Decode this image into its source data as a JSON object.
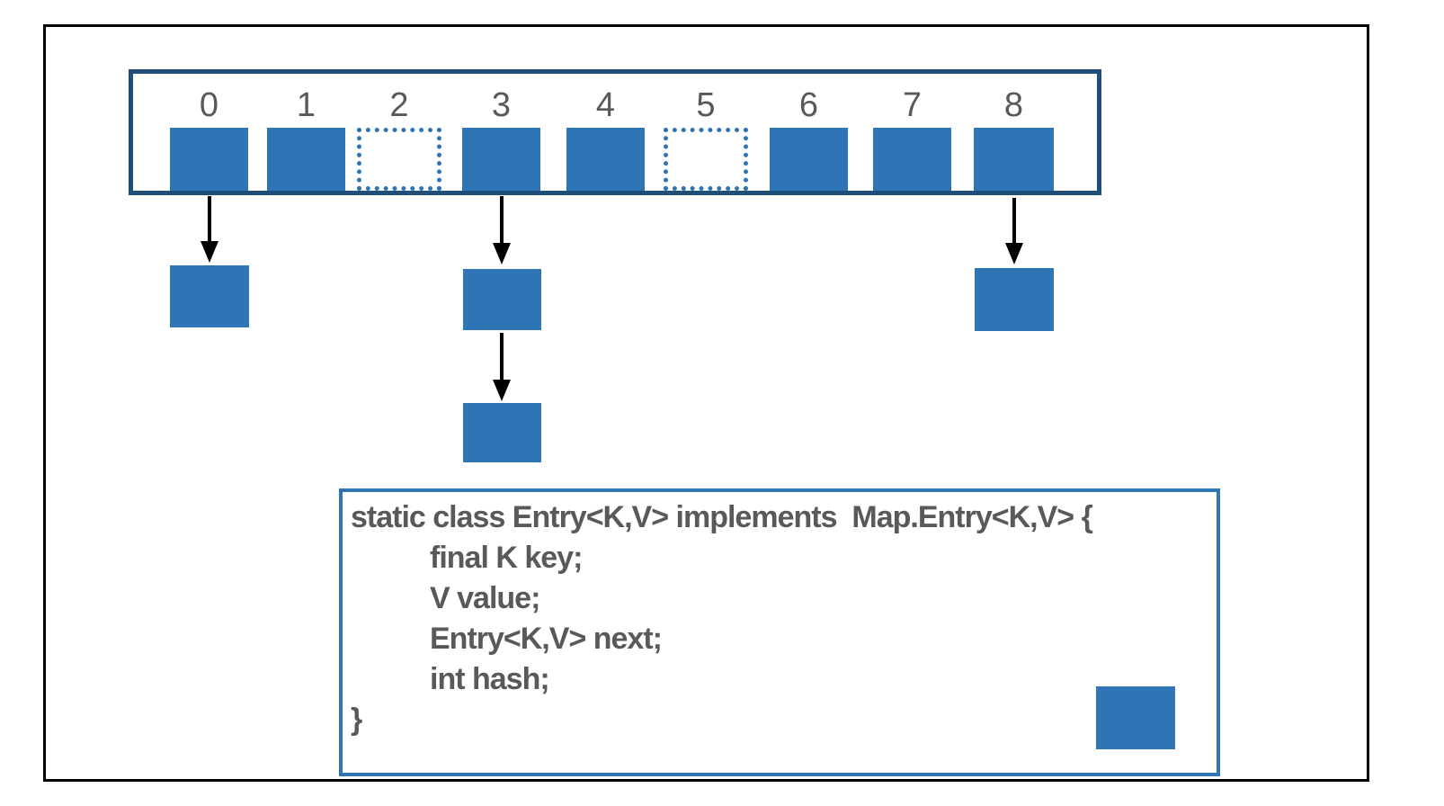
{
  "bucket_array": {
    "labels": [
      "0",
      "1",
      "2",
      "3",
      "4",
      "5",
      "6",
      "7",
      "8"
    ],
    "slot_states": [
      "filled",
      "filled",
      "empty",
      "filled",
      "filled",
      "empty",
      "filled",
      "filled",
      "filled"
    ]
  },
  "chains": [
    {
      "bucket": "0",
      "entries": 1
    },
    {
      "bucket": "3",
      "entries": 2
    },
    {
      "bucket": "8",
      "entries": 1
    }
  ],
  "code_box": {
    "lines": [
      "static class Entry<K,V> implements  Map.Entry<K,V> {",
      "final K key;",
      "V value;",
      "Entry<K,V> next;",
      "int hash;",
      "}"
    ]
  },
  "colors": {
    "entry_fill": "#2e75b6",
    "bucket_border": "#1f4e79",
    "code_box_border": "#2e75b6",
    "text": "#595959",
    "frame": "#000000",
    "arrow": "#000000"
  }
}
